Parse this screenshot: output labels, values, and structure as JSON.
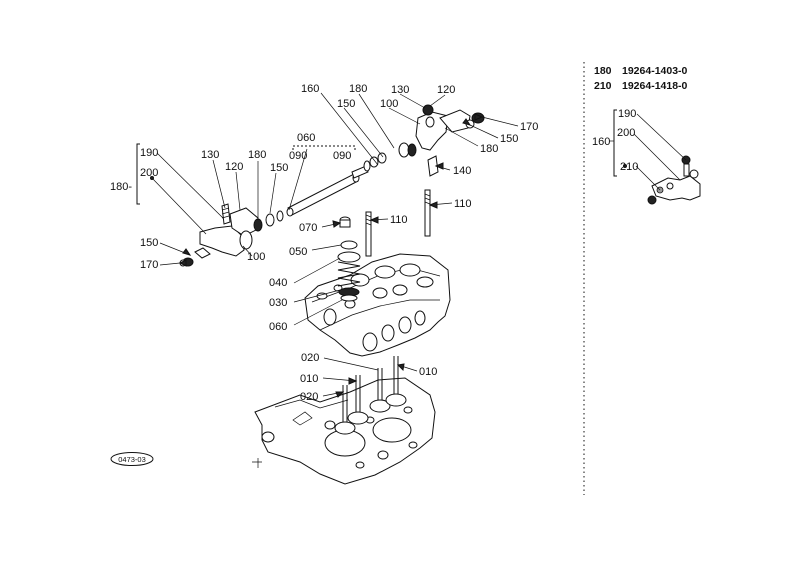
{
  "labels": {
    "l010a": "010",
    "l010b": "010",
    "l020a": "020",
    "l020b": "020",
    "l030": "030",
    "l040": "040",
    "l050": "050",
    "l060a": "060",
    "l060b": "060",
    "l070": "070",
    "l090a": "090",
    "l090b": "090",
    "l100a": "100",
    "l100b": "100",
    "l110a": "110",
    "l110b": "110",
    "l120a": "120",
    "l120b": "120",
    "l130a": "130",
    "l130b": "130",
    "l140": "140",
    "l150a": "150",
    "l150b": "150",
    "l150c": "150",
    "l150d": "150",
    "l160a": "160",
    "l160b": "160",
    "l170a": "170",
    "l170b": "170",
    "l180a": "180",
    "l180b": "180",
    "l180c": "180",
    "l180d": "180-",
    "l190a": "190",
    "l190b": "190",
    "l200a": "200",
    "l200b": "200",
    "l210": "210"
  },
  "ref_table": [
    {
      "part": "180",
      "number": "19264-1403-0"
    },
    {
      "part": "210",
      "number": "19264-1418-0"
    }
  ],
  "figure_code": "0473-03"
}
